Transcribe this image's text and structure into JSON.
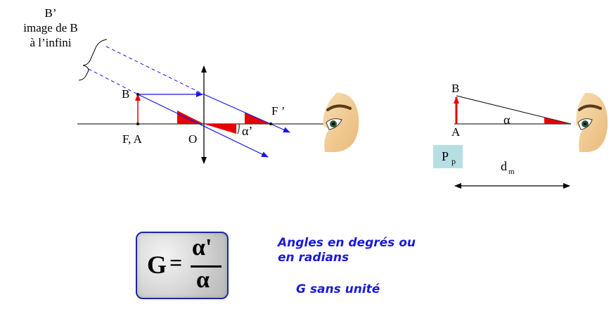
{
  "left_diagram": {
    "image_label": {
      "line1": "B’",
      "line2": "image de B",
      "line3": "à l’infini"
    },
    "point_b": "B",
    "point_fa": "F, A",
    "point_o": "O",
    "point_fprime": "F ’",
    "angle_alpha_prime": "α’"
  },
  "right_diagram": {
    "point_b": "B",
    "point_a": "A",
    "angle_alpha": "α",
    "pp_main": "P",
    "pp_sub": "p",
    "dm_main": "d",
    "dm_sub": "m"
  },
  "formula": {
    "lhs": "G",
    "equals": "=",
    "numerator": "α'",
    "denominator": "α"
  },
  "notes": {
    "line1": "Angles en degrés ou",
    "line2": "en radians",
    "line3": "G sans unité"
  },
  "colors": {
    "ray_blue": "#1515e0",
    "object_red": "#e60000",
    "box_border": "#1b2a9a",
    "pp_fill": "#b6dfe4"
  }
}
